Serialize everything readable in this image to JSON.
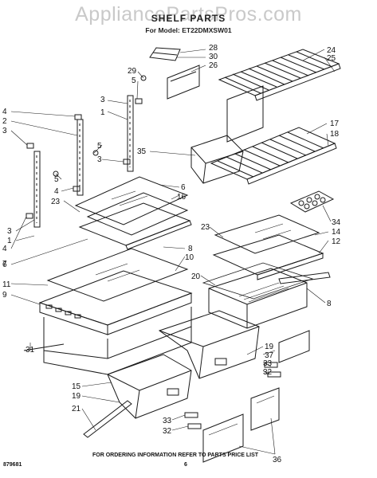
{
  "header": {
    "watermark": "AppliancePartsPros.com",
    "title": "SHELF PARTS",
    "model": "For Model: ET22DMXSW01"
  },
  "callouts": [
    "28",
    "30",
    "26",
    "24",
    "25",
    "29",
    "5",
    "3",
    "1",
    "4",
    "2",
    "3",
    "5",
    "3",
    "35",
    "17",
    "18",
    "4",
    "5",
    "6",
    "16",
    "3",
    "23",
    "34",
    "23",
    "14",
    "12",
    "1",
    "4",
    "6",
    "7",
    "8",
    "10",
    "20",
    "11",
    "9",
    "8",
    "19",
    "37",
    "33",
    "32",
    "31",
    "15",
    "19",
    "21",
    "33",
    "32",
    "36"
  ],
  "footer": {
    "ordering_note": "FOR ORDERING INFORMATION REFER TO PARTS PRICE LIST",
    "part_code": "879681",
    "page_number": "6"
  }
}
